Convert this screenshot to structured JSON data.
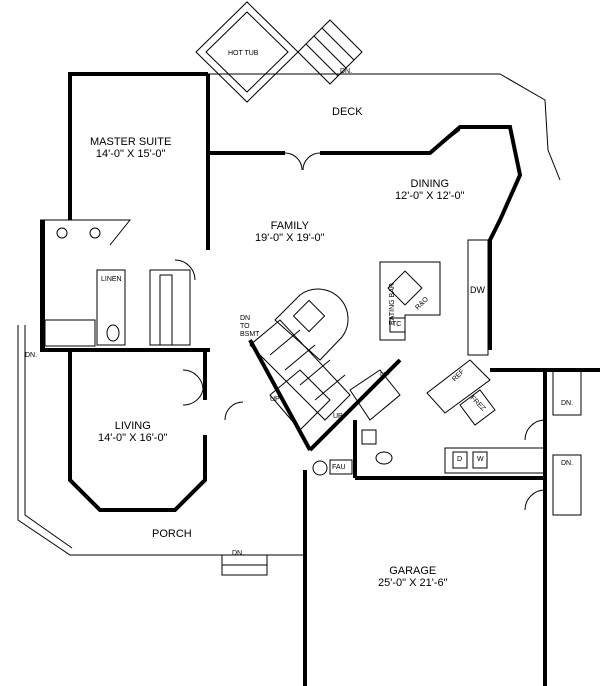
{
  "rooms": {
    "hot_tub": "HOT TUB",
    "deck": "DECK",
    "master_suite": {
      "name": "MASTER SUITE",
      "size": "14'-0\" X 15'-0\""
    },
    "dining": {
      "name": "DINING",
      "size": "12'-0\" X 12'-0\""
    },
    "family": {
      "name": "FAMILY",
      "size": "19'-0\" X 19'-0\""
    },
    "living": {
      "name": "LIVING",
      "size": "14'-0\" X 16'-0\""
    },
    "porch": "PORCH",
    "garage": {
      "name": "GARAGE",
      "size": "25'-0\" X 21'-6\""
    }
  },
  "fixtures": {
    "linen": "LINEN",
    "eating_bar": "EATING BAR",
    "range_oven": "R&O",
    "trash_compactor": "TC",
    "dishwasher": "DW",
    "refrigerator": "REF",
    "freezer": "FREZ",
    "furnace": "FAU",
    "dryer": "D",
    "washer": "W"
  },
  "stairs": {
    "deck_down": "DN.",
    "basement_down": [
      "DN",
      "TO",
      "BSMT"
    ],
    "up_1": "UP",
    "up_2": "UP",
    "up_3": "UP",
    "left_down": "DN.",
    "porch_down": "DN.",
    "garage_down_1": "DN.",
    "garage_down_2": "DN."
  }
}
